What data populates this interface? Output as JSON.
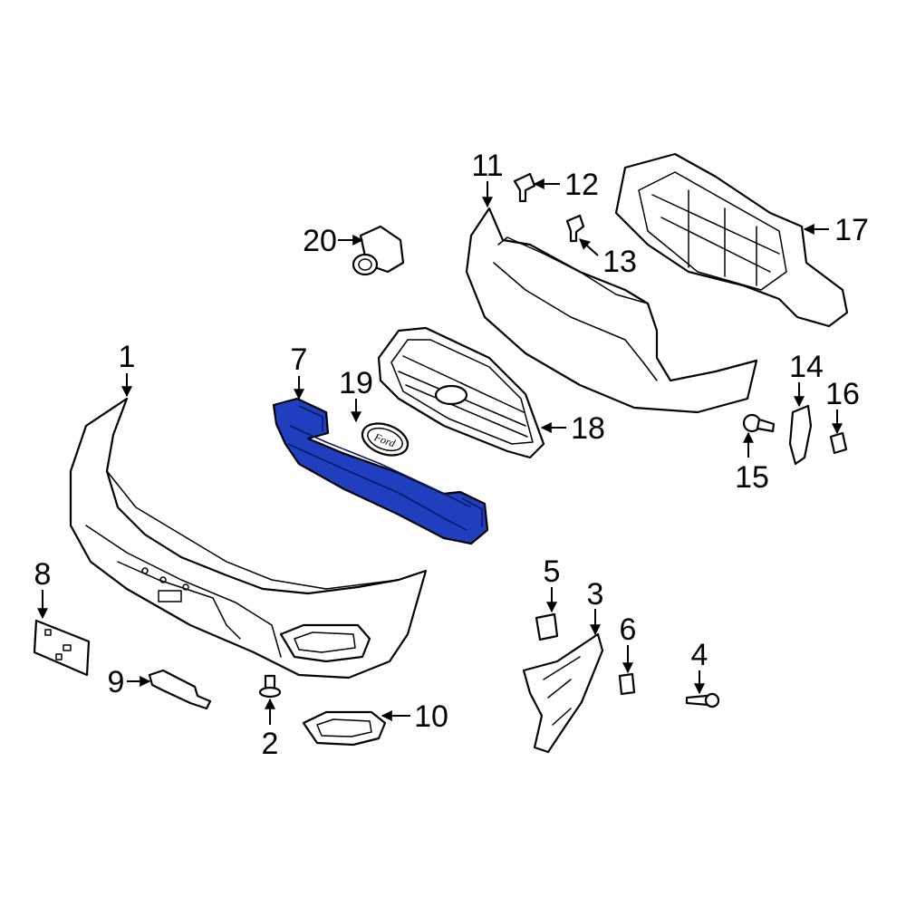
{
  "highlight_color": "#1f3fbf",
  "highlighted_part": "7",
  "callouts": {
    "c1": "1",
    "c2": "2",
    "c3": "3",
    "c4": "4",
    "c5": "5",
    "c6": "6",
    "c7": "7",
    "c8": "8",
    "c9": "9",
    "c10": "10",
    "c11": "11",
    "c12": "12",
    "c13": "13",
    "c14": "14",
    "c15": "15",
    "c16": "16",
    "c17": "17",
    "c18": "18",
    "c19": "19",
    "c20": "20"
  },
  "emblem_text": "Ford"
}
